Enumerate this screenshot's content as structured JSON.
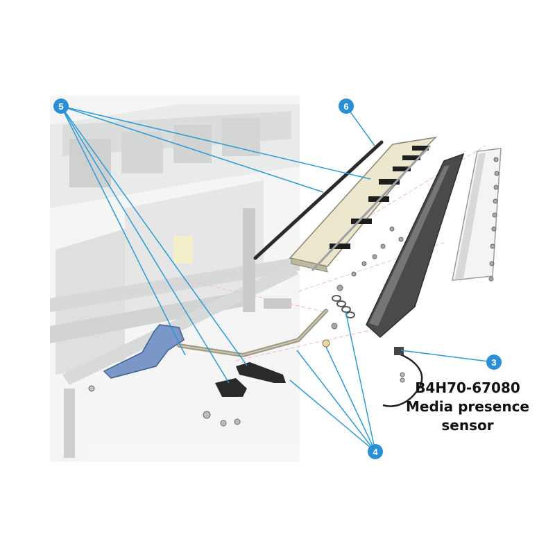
{
  "callouts": [
    {
      "id": "5",
      "label": "5"
    },
    {
      "id": "6",
      "label": "6"
    },
    {
      "id": "3",
      "label": "3"
    },
    {
      "id": "4",
      "label": "4"
    }
  ],
  "caption": {
    "part_number": "B4H70-67080",
    "line2": "Media presence",
    "line3": "sensor"
  },
  "colors": {
    "callout": "#2a8fd6",
    "leader": "#2a9bd8",
    "background_machine": "#c8cbc9",
    "panel": "#ebe6cc",
    "lever": "#7a97c8"
  }
}
